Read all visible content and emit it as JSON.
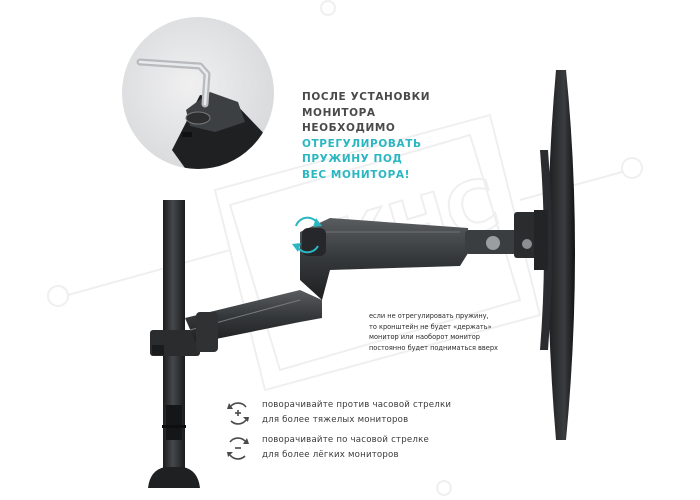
{
  "note": {
    "line1": "ПОСЛЕ УСТАНОВКИ",
    "line2": "МОНИТОРА",
    "line3": "НЕОБХОДИМО",
    "line4": "ОТРЕГУЛИРОВАТЬ",
    "line5": "ПРУЖИНУ ПОД",
    "line6": "ВЕС МОНИТОРА!"
  },
  "warning": {
    "line1": "если не отрегулировать пружину,",
    "line2": "то кронштейн не будет «держать»",
    "line3": "монитор или наоборот  монитор",
    "line4": "постоянно будет подниматься вверх"
  },
  "legend": {
    "ccw": {
      "icon": "rotate-counterclockwise-plus-icon",
      "line1": "поворачивайте против часовой стрелки",
      "line2": "для более тяжелых мониторов"
    },
    "cw": {
      "icon": "rotate-clockwise-minus-icon",
      "line1": "поворачивайте по часовой стрелке",
      "line2": "для более лёгких мониторов"
    }
  },
  "watermark": {
    "text": "КНС"
  },
  "colors": {
    "accent": "#2bb7c2",
    "text": "#3a3a3a",
    "metal": "#2d2f31",
    "inset_bg": "#e6e7e8"
  }
}
